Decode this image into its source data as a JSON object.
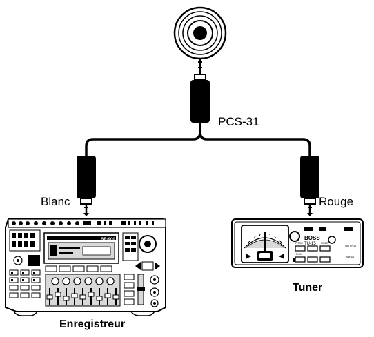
{
  "cable_label": "PCS-31",
  "left_plug_label": "Blanc",
  "right_plug_label": "Rouge",
  "recorder_label": "Enregistreur",
  "tuner_label": "Tuner",
  "device_text": {
    "recorder_model": "BR-900",
    "tuner_brand": "BOSS",
    "tuner_model": "TU-15",
    "tuner_output": "OUTPUT",
    "tuner_input": "INPUT",
    "tuner_pitch": "PITCH",
    "tuner_mode": "MODE",
    "tuner_play": "PLAY"
  },
  "colors": {
    "ink": "#000000",
    "panel": "#ffffff",
    "shade": "#d9d9d9"
  }
}
